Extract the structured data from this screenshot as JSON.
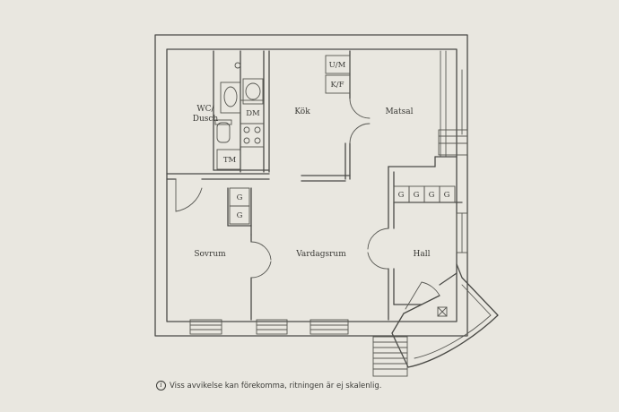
{
  "rooms": {
    "wc": "WC/\nDusch",
    "kok": "Kök",
    "matsal": "Matsal",
    "sovrum": "Sovrum",
    "vardagsrum": "Vardagsrum",
    "hall": "Hall"
  },
  "fixtures": {
    "um": "U/M",
    "kf": "K/F",
    "dm": "DM",
    "tm": "TM",
    "g": "G"
  },
  "disclaimer": {
    "icon": "info-icon",
    "text": "Viss avvikelse kan förekomma, ritningen är ej skalenlig."
  }
}
